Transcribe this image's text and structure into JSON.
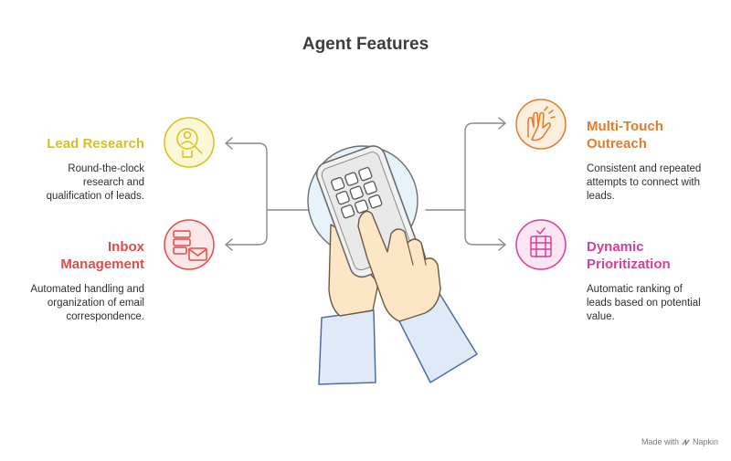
{
  "title": "Agent Features",
  "features": [
    {
      "title_lines": [
        "Lead Research"
      ],
      "description_lines": [
        "Round-the-clock",
        "research and",
        "qualification of leads."
      ],
      "color": "#d4c21a",
      "icon": "person-magnifier-icon"
    },
    {
      "title_lines": [
        "Inbox",
        "Management"
      ],
      "description_lines": [
        "Automated handling and",
        "organization of email",
        "correspondence."
      ],
      "color": "#e24a4a",
      "icon": "server-mail-icon"
    },
    {
      "title_lines": [
        "Multi-Touch",
        "Outreach"
      ],
      "description_lines": [
        "Consistent and repeated",
        "attempts to connect with",
        "leads."
      ],
      "color": "#e07b2a",
      "icon": "waving-hands-icon"
    },
    {
      "title_lines": [
        "Dynamic",
        "Prioritization"
      ],
      "description_lines": [
        "Automatic ranking of",
        "leads based on potential",
        "value."
      ],
      "color": "#d43f9a",
      "icon": "ranked-list-icon"
    }
  ],
  "footer": {
    "made_with": "Made with",
    "brand": "Napkin"
  }
}
